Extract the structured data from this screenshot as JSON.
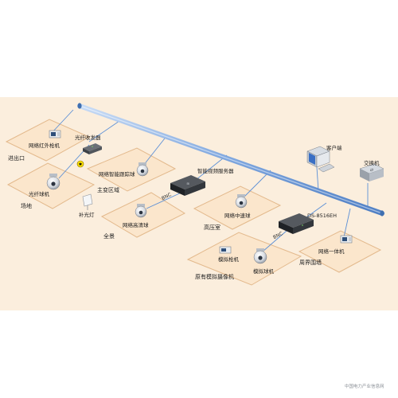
{
  "labels": {
    "infrared_checkpoint_camera": "网络红外枪机",
    "fiber_transceiver": "光纤收发器",
    "entrance_exit": "进出口",
    "fiber_ball_camera": "光纤球机",
    "site": "场地",
    "fill_light": "补光灯",
    "smart_tracking_dome": "网络智能跟踪球",
    "main_transformer_area": "主变区域",
    "hd_dome": "网络高清球",
    "panorama": "全景",
    "smart_video_server": "智能视频服务器",
    "medium_speed_dome": "网络中速球",
    "high_voltage_room": "高压室",
    "client": "客户端",
    "switch": "交换机",
    "dvr": "DS-8516EH",
    "integrated_camera": "网络一体机",
    "perimeter_wall": "周界围墙",
    "analog_gun_camera": "模拟枪机",
    "analog_dome_camera": "模拟球机",
    "existing_analog_cameras": "原有模拟摄像机",
    "bnc_1": "BNC",
    "bnc_2": "BNC"
  },
  "watermark": "中国电力产业信息网",
  "colors": {
    "background": "#ffffff",
    "outer_band": "#fbeedd",
    "zone_fill": "#fbe6cc",
    "zone_stroke": "#e3b98c",
    "network_line": "#5b8fd6",
    "backbone": "#8fb5e8"
  }
}
